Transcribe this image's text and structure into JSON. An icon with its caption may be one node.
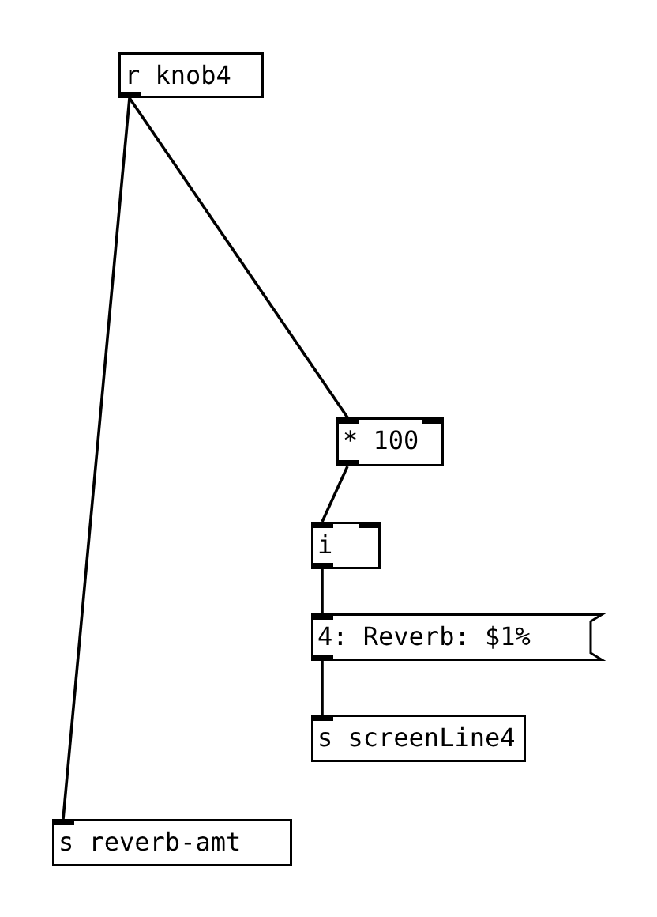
{
  "diagram": {
    "nodes": [
      {
        "text": [
          "r knob4"
        ]
      },
      {
        "text": [
          "* 100"
        ]
      },
      {
        "text": [
          "i"
        ]
      },
      {
        "text": [
          "4: Reverb: $1%"
        ]
      },
      {
        "text": [
          "s screenLine4"
        ]
      },
      {
        "text": [
          "s reverb-amt"
        ]
      }
    ],
    "edges": [
      {
        "from": 0,
        "to": 5,
        "arrow": "none"
      },
      {
        "from": 0,
        "to": 1,
        "arrow": "none"
      },
      {
        "from": 1,
        "to": 2,
        "arrow": "none"
      },
      {
        "from": 2,
        "to": 3,
        "arrow": "none"
      },
      {
        "from": 3,
        "to": 4,
        "arrow": "none"
      }
    ]
  }
}
